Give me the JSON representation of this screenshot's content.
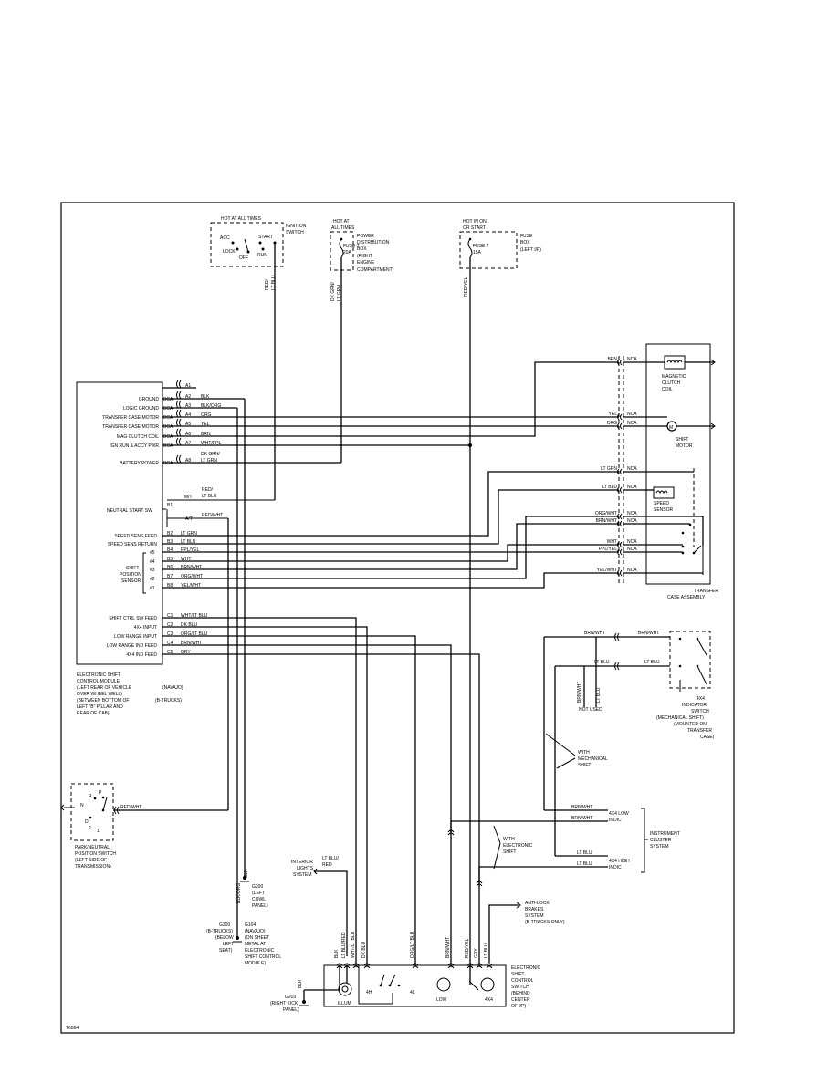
{
  "diagram_id": "T6864",
  "ignition": {
    "header": "HOT AT ALL TIMES",
    "name": [
      "IGNITION",
      "SWITCH"
    ],
    "positions": [
      "ACC",
      "START",
      "LOCK",
      "OFF",
      "RUN"
    ],
    "wire": [
      "RED/",
      "LT BLU"
    ]
  },
  "pdb": {
    "header": [
      "HOT AT",
      "ALL TIMES"
    ],
    "fuse": [
      "FUSE 7",
      "20A"
    ],
    "name": [
      "POWER",
      "DISTRIBUTION",
      "BOX",
      "(RIGHT",
      "ENGINE",
      "COMPARTMENT)"
    ],
    "wire": [
      "DK GRN/",
      "LT GRN"
    ]
  },
  "fusebox": {
    "header": [
      "HOT IN ON",
      "OR START"
    ],
    "fuse": [
      "FUSE 7",
      "15A"
    ],
    "name": [
      "FUSE",
      "BOX",
      "(LEFT I/P)"
    ],
    "wire": "RED/YEL"
  },
  "module": {
    "pins_a": [
      {
        "pin": "A1",
        "label": "",
        "conn": "",
        "wire": ""
      },
      {
        "pin": "A2",
        "label": "GROUND",
        "conn": "BCA",
        "wire": "BLK"
      },
      {
        "pin": "A3",
        "label": "LOGIC GROUND",
        "conn": "BCA",
        "wire": "BLK/ORG"
      },
      {
        "pin": "A4",
        "label": "TRANSFER CASE MOTOR",
        "conn": "BCA",
        "wire": "ORG"
      },
      {
        "pin": "A5",
        "label": "TRANSFER CASE MOTOR",
        "conn": "BCA",
        "wire": "YEL"
      },
      {
        "pin": "A6",
        "label": "MAG CLUTCH COIL",
        "conn": "BCA",
        "wire": "BRN"
      },
      {
        "pin": "A7",
        "label": "IGN RUN & ACCY PWR",
        "conn": "BCA",
        "wire": "WHT/PPL"
      },
      {
        "pin": "A8",
        "label": "BATTERY POWER",
        "conn": "BCA",
        "wire": "DK GRN/ LT GRN"
      }
    ],
    "neutral_label": "NEUTRAL START SW",
    "neutral_wires": {
      "mt": "M/T",
      "at": "A/T",
      "red_ltblu": "RED/ LT BLU",
      "red_wht": "RED/WHT",
      "b1": "B1"
    },
    "pins_b": [
      {
        "pin": "B2",
        "label": "SPEED SENS FEED",
        "wire": "LT GRN",
        "sub": ""
      },
      {
        "pin": "B3",
        "label": "SPEED SENS RETURN",
        "wire": "LT BLU",
        "sub": ""
      },
      {
        "pin": "B4",
        "label": "",
        "wire": "PPL/YEL",
        "sub": "#5"
      },
      {
        "pin": "B5",
        "label": "",
        "wire": "WHT",
        "sub": "#4"
      },
      {
        "pin": "B6",
        "label": "",
        "wire": "BRN/WHT",
        "sub": "#3"
      },
      {
        "pin": "B7",
        "label": "",
        "wire": "ORG/WHT",
        "sub": "#2"
      },
      {
        "pin": "B8",
        "label": "",
        "wire": "YEL/WHT",
        "sub": "#1"
      }
    ],
    "shift_sensor_label": [
      "SHIFT",
      "POSITION",
      "SENSOR"
    ],
    "pins_c": [
      {
        "pin": "C1",
        "label": "SHIFT CTRL SW FEED",
        "wire": "WHT/LT BLU"
      },
      {
        "pin": "C2",
        "label": "4X4 INPUT",
        "wire": "DK BLU"
      },
      {
        "pin": "C3",
        "label": "LOW RANGE INPUT",
        "wire": "ORG/LT BLU"
      },
      {
        "pin": "C4",
        "label": "LOW RANGE IND FEED",
        "wire": "BRN/WHT"
      },
      {
        "pin": "C5",
        "label": "4X4 IND FEED",
        "wire": "GRY"
      }
    ],
    "caption": [
      "ELECTRONIC SHIFT",
      "CONTROL MODULE",
      "(LEFT REAR OF VEHICLE",
      "OVER WHEEL WELL)",
      "(BETWEEN BOTTOM OF",
      "LEFT \"B\" PILLAR AND",
      "REAR OF CAB)"
    ],
    "variants": [
      "(NAVAJO)",
      "(B-TRUCKS)"
    ]
  },
  "transfer": {
    "nca": "NCA",
    "coil": [
      "MAGNETIC",
      "CLUTCH",
      "COIL"
    ],
    "motor": [
      "SHIFT",
      "MOTOR"
    ],
    "motor_symbol": "M",
    "sensor": [
      "SPEED",
      "SENSOR"
    ],
    "caption": [
      "TRANSFER",
      "CASE ASSEMBLY"
    ],
    "wires": [
      "BRN",
      "YEL",
      "ORG",
      "LT GRN",
      "LT BLU",
      "ORG/WHT",
      "BRN/WHT",
      "WHT",
      "PPL/YEL",
      "YEL/WHT"
    ]
  },
  "indicator": {
    "wires": [
      "BRN/WHT",
      "BRN/WHT",
      "LT BLU",
      "LT BLU"
    ],
    "caption": [
      "4X4",
      "INDICATOR",
      "SWITCH",
      "(MECHANICAL SHIFT)",
      "(MOUNTED ON",
      "TRANSFER",
      "CASE)"
    ],
    "not_used": "NOT USED",
    "vert_wires": [
      "BRN/WHT",
      "LT BLU"
    ],
    "mechanical": [
      "WITH",
      "MECHANICAL",
      "SHIFT"
    ]
  },
  "cluster": {
    "items": [
      {
        "wire": "BRN/WHT",
        "label": ""
      },
      {
        "wire": "BRN/WHT",
        "label": "4X4 LOW\nINDIC"
      },
      {
        "wire": "LT BLU",
        "label": ""
      },
      {
        "wire": "LT BLU",
        "label": "4X4 HIGH\nINDIC"
      }
    ],
    "low_label": [
      "4X4 LOW",
      "INDIC"
    ],
    "high_label": [
      "4X4 HIGH",
      "INDIC"
    ],
    "caption": [
      "INSTRUMENT",
      "CLUSTER",
      "SYSTEM"
    ],
    "electronic": [
      "WITH",
      "ELECTRONIC",
      "SHIFT"
    ]
  },
  "park": {
    "caption": [
      "PARK/NEUTRAL",
      "POSITION SWITCH",
      "(LEFT SIDE OF",
      "TRANSMISSION)"
    ],
    "positions": [
      "R",
      "P",
      "N",
      "D",
      "2",
      "1"
    ],
    "wire": "RED/WHT"
  },
  "grounds": {
    "g200": [
      "G200",
      "(LEFT",
      "COWL",
      "PANEL)"
    ],
    "g200_wire": "BLK",
    "g300": [
      "G300",
      "(B-TRUCKS)",
      "(BELOW",
      "LEFT",
      "SEAT)"
    ],
    "g300_wire": "BLK/ORG",
    "g104": [
      "G104",
      "(NAVAJO)",
      "(ON SHEET",
      "METAL AT",
      "ELECTRONIC",
      "SHIFT CONTROL",
      "MODULE)"
    ],
    "g203": [
      "G203",
      "(RIGHT KICK",
      "PANEL)"
    ],
    "g203_wire": "BLK"
  },
  "interior": {
    "wire": [
      "LT BLU/",
      "RED"
    ],
    "label": [
      "INTERIOR",
      "LIGHTS",
      "SYSTEM"
    ]
  },
  "abs": {
    "label": [
      "ANTI-LOCK",
      "BRAKES",
      "SYSTEM",
      "(B-TRUCKS ONLY)"
    ]
  },
  "switch": {
    "wires": [
      "BLK",
      "LT BLU/RED",
      "WHT/LT BLU",
      "DK BLU",
      "ORG/LT BLU",
      "BRN/WHT",
      "RED/YEL",
      "GRY",
      "LT BLU"
    ],
    "positions": [
      "ILLUM",
      "4H",
      "4L",
      "LOW",
      "4X4"
    ],
    "caption": [
      "ELECTRONIC",
      "SHIFT",
      "CONTROL",
      "SWITCH",
      "(BEHIND",
      "CENTER",
      "OF I/P)"
    ]
  }
}
